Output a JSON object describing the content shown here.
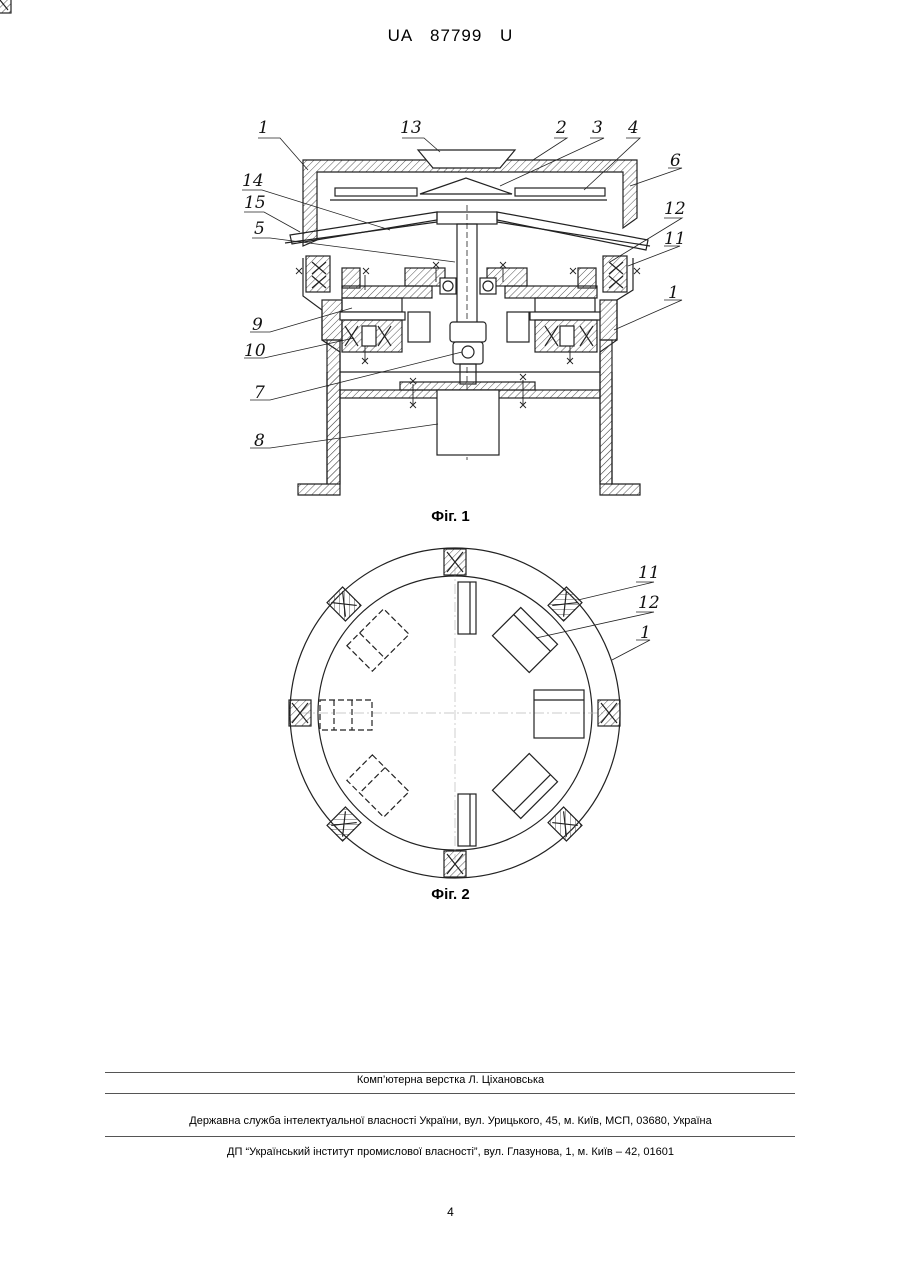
{
  "header": {
    "patent_number": "UA   87799   U"
  },
  "figure1": {
    "caption": "Фіг. 1",
    "labels": [
      "1",
      "13",
      "2",
      "3",
      "4",
      "6",
      "14",
      "15",
      "12",
      "5",
      "11",
      "1",
      "9",
      "10",
      "7",
      "8"
    ]
  },
  "figure2": {
    "caption": "Фіг. 2",
    "labels": [
      "11",
      "12",
      "1"
    ]
  },
  "footer": {
    "typesetter": "Комп’ютерна верстка Л. Ціхановська",
    "office": "Державна служба інтелектуальної власності України, вул. Урицького, 45, м. Київ, МСП, 03680, Україна",
    "institute": "ДП “Український інститут промислової власності”, вул. Глазунова, 1, м. Київ – 42, 01601"
  },
  "page_number": "4"
}
